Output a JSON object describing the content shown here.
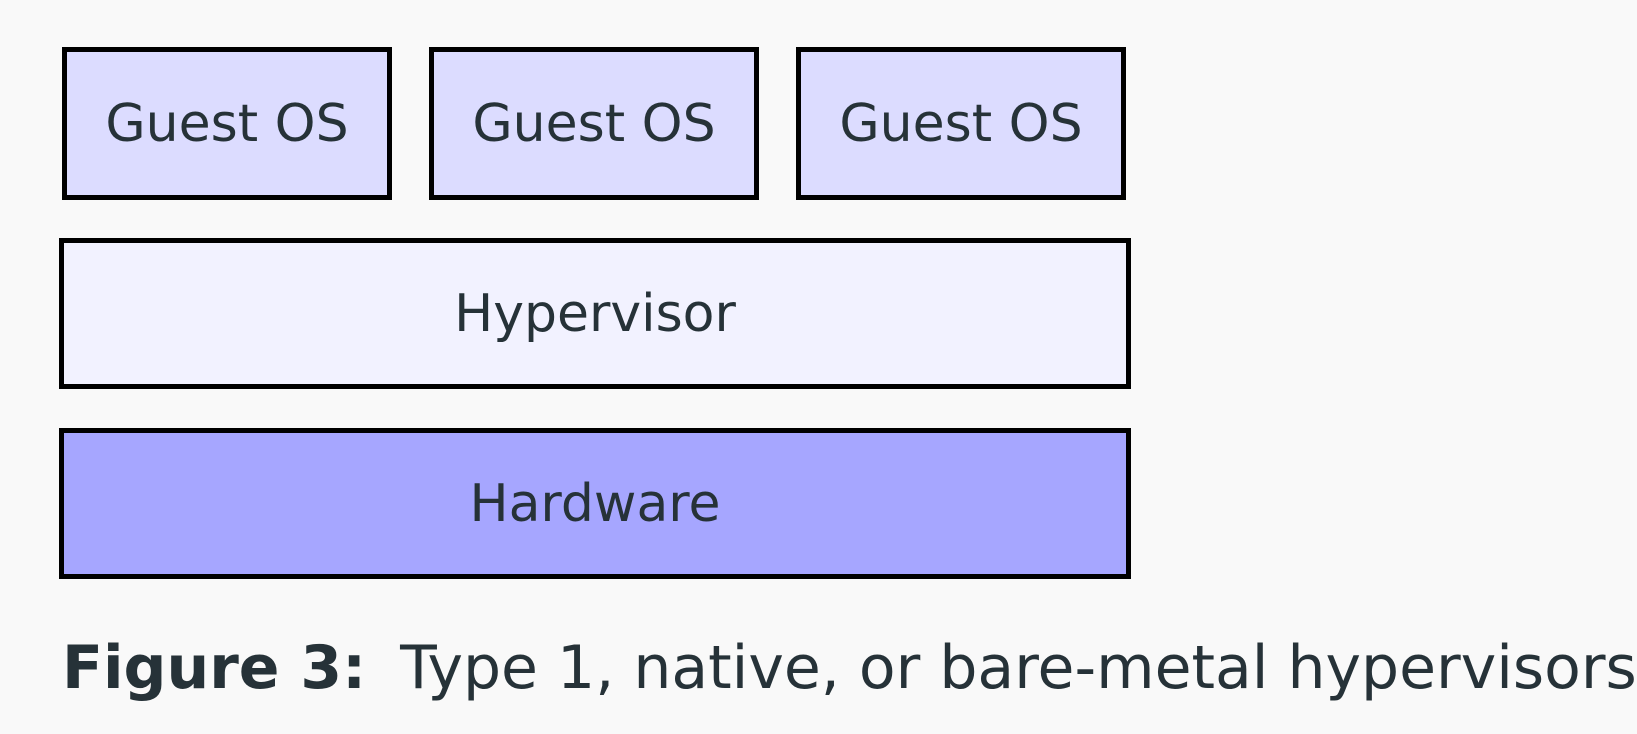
{
  "diagram": {
    "guests": [
      {
        "label": "Guest OS"
      },
      {
        "label": "Guest OS"
      },
      {
        "label": "Guest OS"
      }
    ],
    "hypervisor": {
      "label": "Hypervisor"
    },
    "hardware": {
      "label": "Hardware"
    },
    "colors": {
      "guest_fill": "#dcdcff",
      "hypervisor_fill": "#f2f2ff",
      "hardware_fill": "#a6a6ff",
      "border": "#000000",
      "text": "#263238",
      "background": "#f9f9f9"
    }
  },
  "caption": {
    "label": "Figure 3:",
    "text": "Type 1, native, or bare-metal hypervisors"
  }
}
